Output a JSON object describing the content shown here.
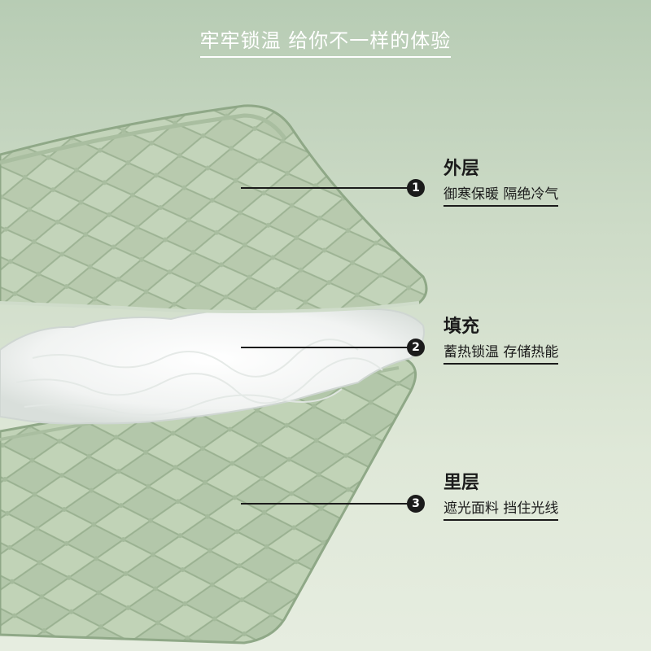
{
  "headline": "牢牢锁温 给你不一样的体验",
  "layers": [
    {
      "number": "1",
      "title": "外层",
      "desc": "御寒保暖 隔绝冷气"
    },
    {
      "number": "2",
      "title": "填充",
      "desc": "蓄热锁温 存储热能"
    },
    {
      "number": "3",
      "title": "里层",
      "desc": "遮光面料 挡住光线"
    }
  ],
  "colors": {
    "fabric": "#b6c9ad",
    "quilt_line": "#9fb497",
    "fill": "#ffffff",
    "text": "#1b1b1b"
  }
}
